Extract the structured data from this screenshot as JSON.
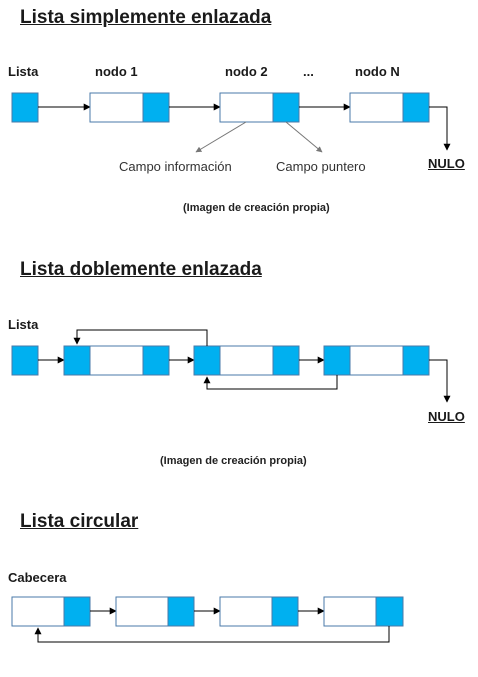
{
  "colors": {
    "pointer": "#00B0F0",
    "info": "#FFFFFF",
    "border": "#4A7AA8",
    "line": "#000000"
  },
  "singly": {
    "title": "Lista simplemente enlazada",
    "head_label": "Lista",
    "node_labels": [
      "nodo 1",
      "nodo 2",
      "...",
      "nodo N"
    ],
    "field_info_label": "Campo información",
    "field_pointer_label": "Campo puntero",
    "null_label": "NULO",
    "caption": "(Imagen de creación propia)"
  },
  "doubly": {
    "title": "Lista doblemente enlazada",
    "head_label": "Lista",
    "null_label": "NULO",
    "caption": "(Imagen de creación propia)"
  },
  "circular": {
    "title": "Lista circular",
    "head_label": "Cabecera"
  }
}
